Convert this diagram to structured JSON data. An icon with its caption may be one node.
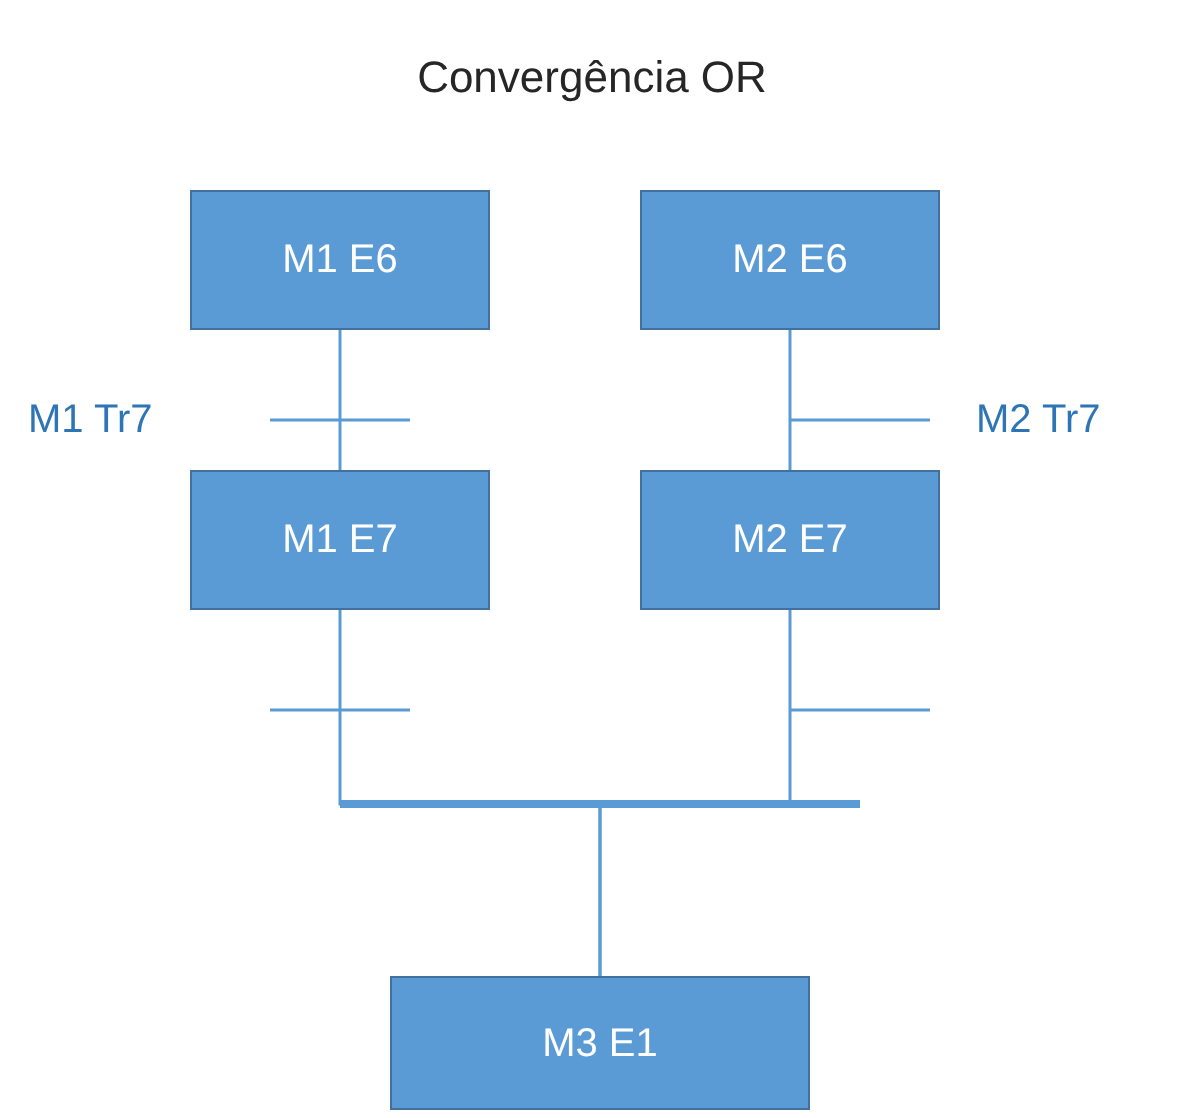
{
  "diagram": {
    "title": "Convergência OR",
    "nodes": [
      {
        "text": [
          "M1 E6"
        ]
      },
      {
        "text": [
          "M2 E6"
        ]
      },
      {
        "text": [
          "M1 E7"
        ]
      },
      {
        "text": [
          "M2 E7"
        ]
      },
      {
        "text": [
          "M3 E1"
        ]
      }
    ],
    "edges": [
      {
        "from": 0,
        "to": 2,
        "arrow": "none"
      },
      {
        "from": 1,
        "to": 3,
        "arrow": "none"
      },
      {
        "from": 2,
        "to": 4,
        "arrow": "none"
      },
      {
        "from": 3,
        "to": 4,
        "arrow": "none"
      }
    ],
    "labels": [
      "M1 Tr7",
      "M2 Tr7"
    ]
  }
}
